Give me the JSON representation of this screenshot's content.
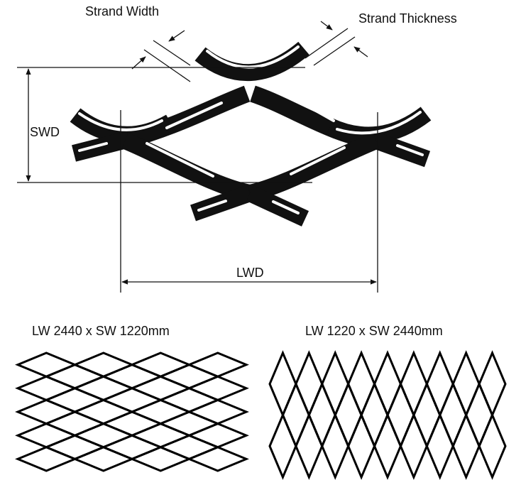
{
  "labels": {
    "strand_width": "Strand Width",
    "strand_thickness": "Strand Thickness",
    "swd": "SWD",
    "lwd": "LWD"
  },
  "patterns": [
    {
      "caption": "LW 2440 x  SW 1220mm",
      "orientation": "horizontal-diamonds",
      "columns": 4,
      "rows": 5
    },
    {
      "caption": "LW 1220 x  SW 2440mm",
      "orientation": "vertical-diamonds",
      "columns": 9,
      "rows": 2
    }
  ],
  "colors": {
    "line": "#111111",
    "background": "#ffffff"
  }
}
